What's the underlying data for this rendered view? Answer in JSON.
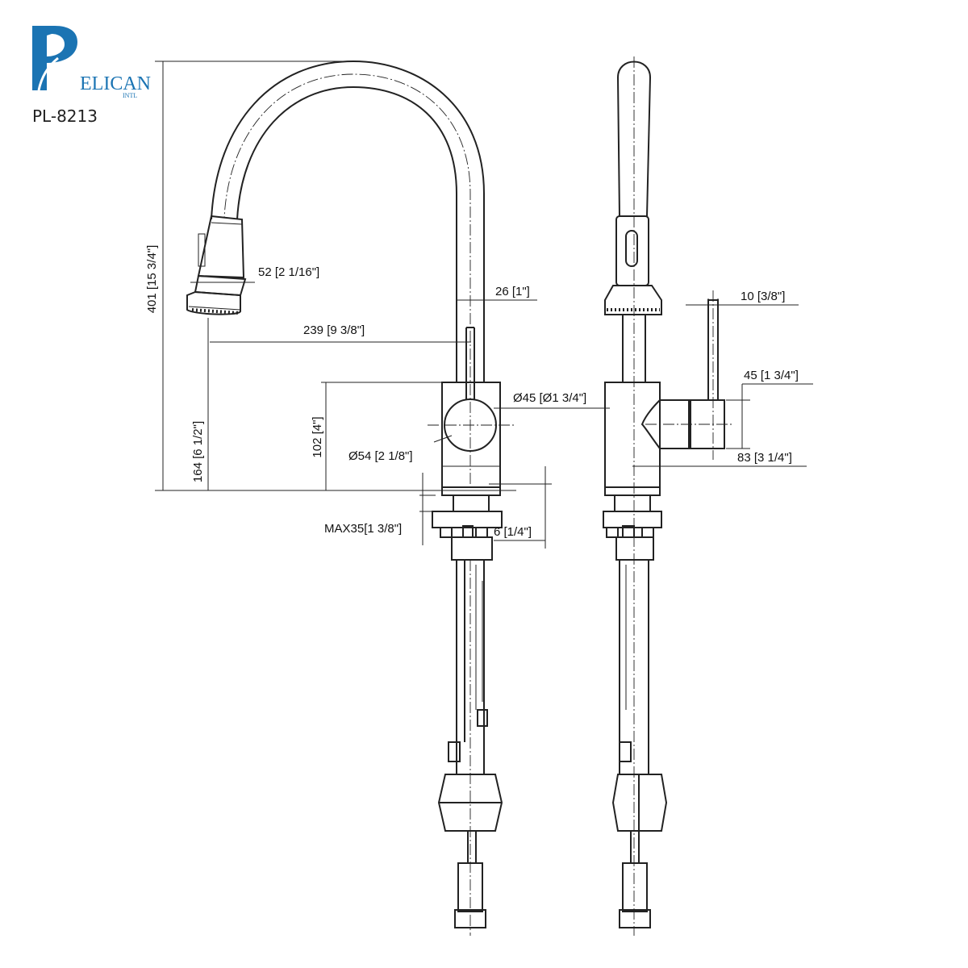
{
  "brand": {
    "logo_letters": "ELICAN",
    "logo_sub": "INTL",
    "model": "PL-8213",
    "color": "#1b74b3"
  },
  "dimensions": {
    "overall_height": "401 [15 3/4\"]",
    "spout_height": "164 [6 1/2\"]",
    "body_height": "102 [4\"]",
    "reach": "239 [9 3/8\"]",
    "spout_dia": "26 [1\"]",
    "sprayer_width": "52 [2 1/16\"]",
    "handle_dia": "Ø45 [Ø1 3/4\"]",
    "body_dia": "Ø54 [2 1/8\"]",
    "max_deck": "MAX35[1 3/8\"]",
    "gasket": "6 [1/4\"]",
    "lever_width": "10 [3/8\"]",
    "lever_height": "45 [1 3/4\"]",
    "lever_reach": "83 [3 1/4\"]"
  }
}
